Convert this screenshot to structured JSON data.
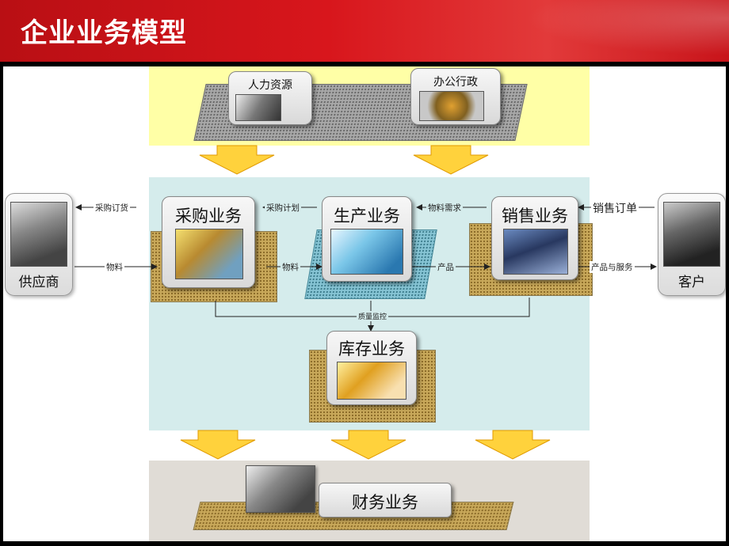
{
  "title": "企业业务模型",
  "top_units": [
    "人力资源",
    "办公行政"
  ],
  "core_units": {
    "purchasing": "采购业务",
    "production": "生产业务",
    "sales": "销售业务",
    "inventory": "库存业务"
  },
  "finance": "财务业务",
  "supplier": "供应商",
  "customer": "客户",
  "edges": {
    "purchase_order": "采购订货",
    "materials_in": "物料",
    "purchase_plan": "采购计划",
    "materials_mid": "物料",
    "material_demand": "物料需求",
    "product": "产品",
    "sales_order": "销售订单",
    "product_service": "产品与服务",
    "quality_control": "质量监控"
  },
  "colors": {
    "header_red": "#d8161c",
    "zone_yellow": "#ffffa6",
    "zone_blue": "#d5ecec",
    "zone_gray": "#e0dcd6",
    "arrow_yellow": "#ffd23c"
  }
}
